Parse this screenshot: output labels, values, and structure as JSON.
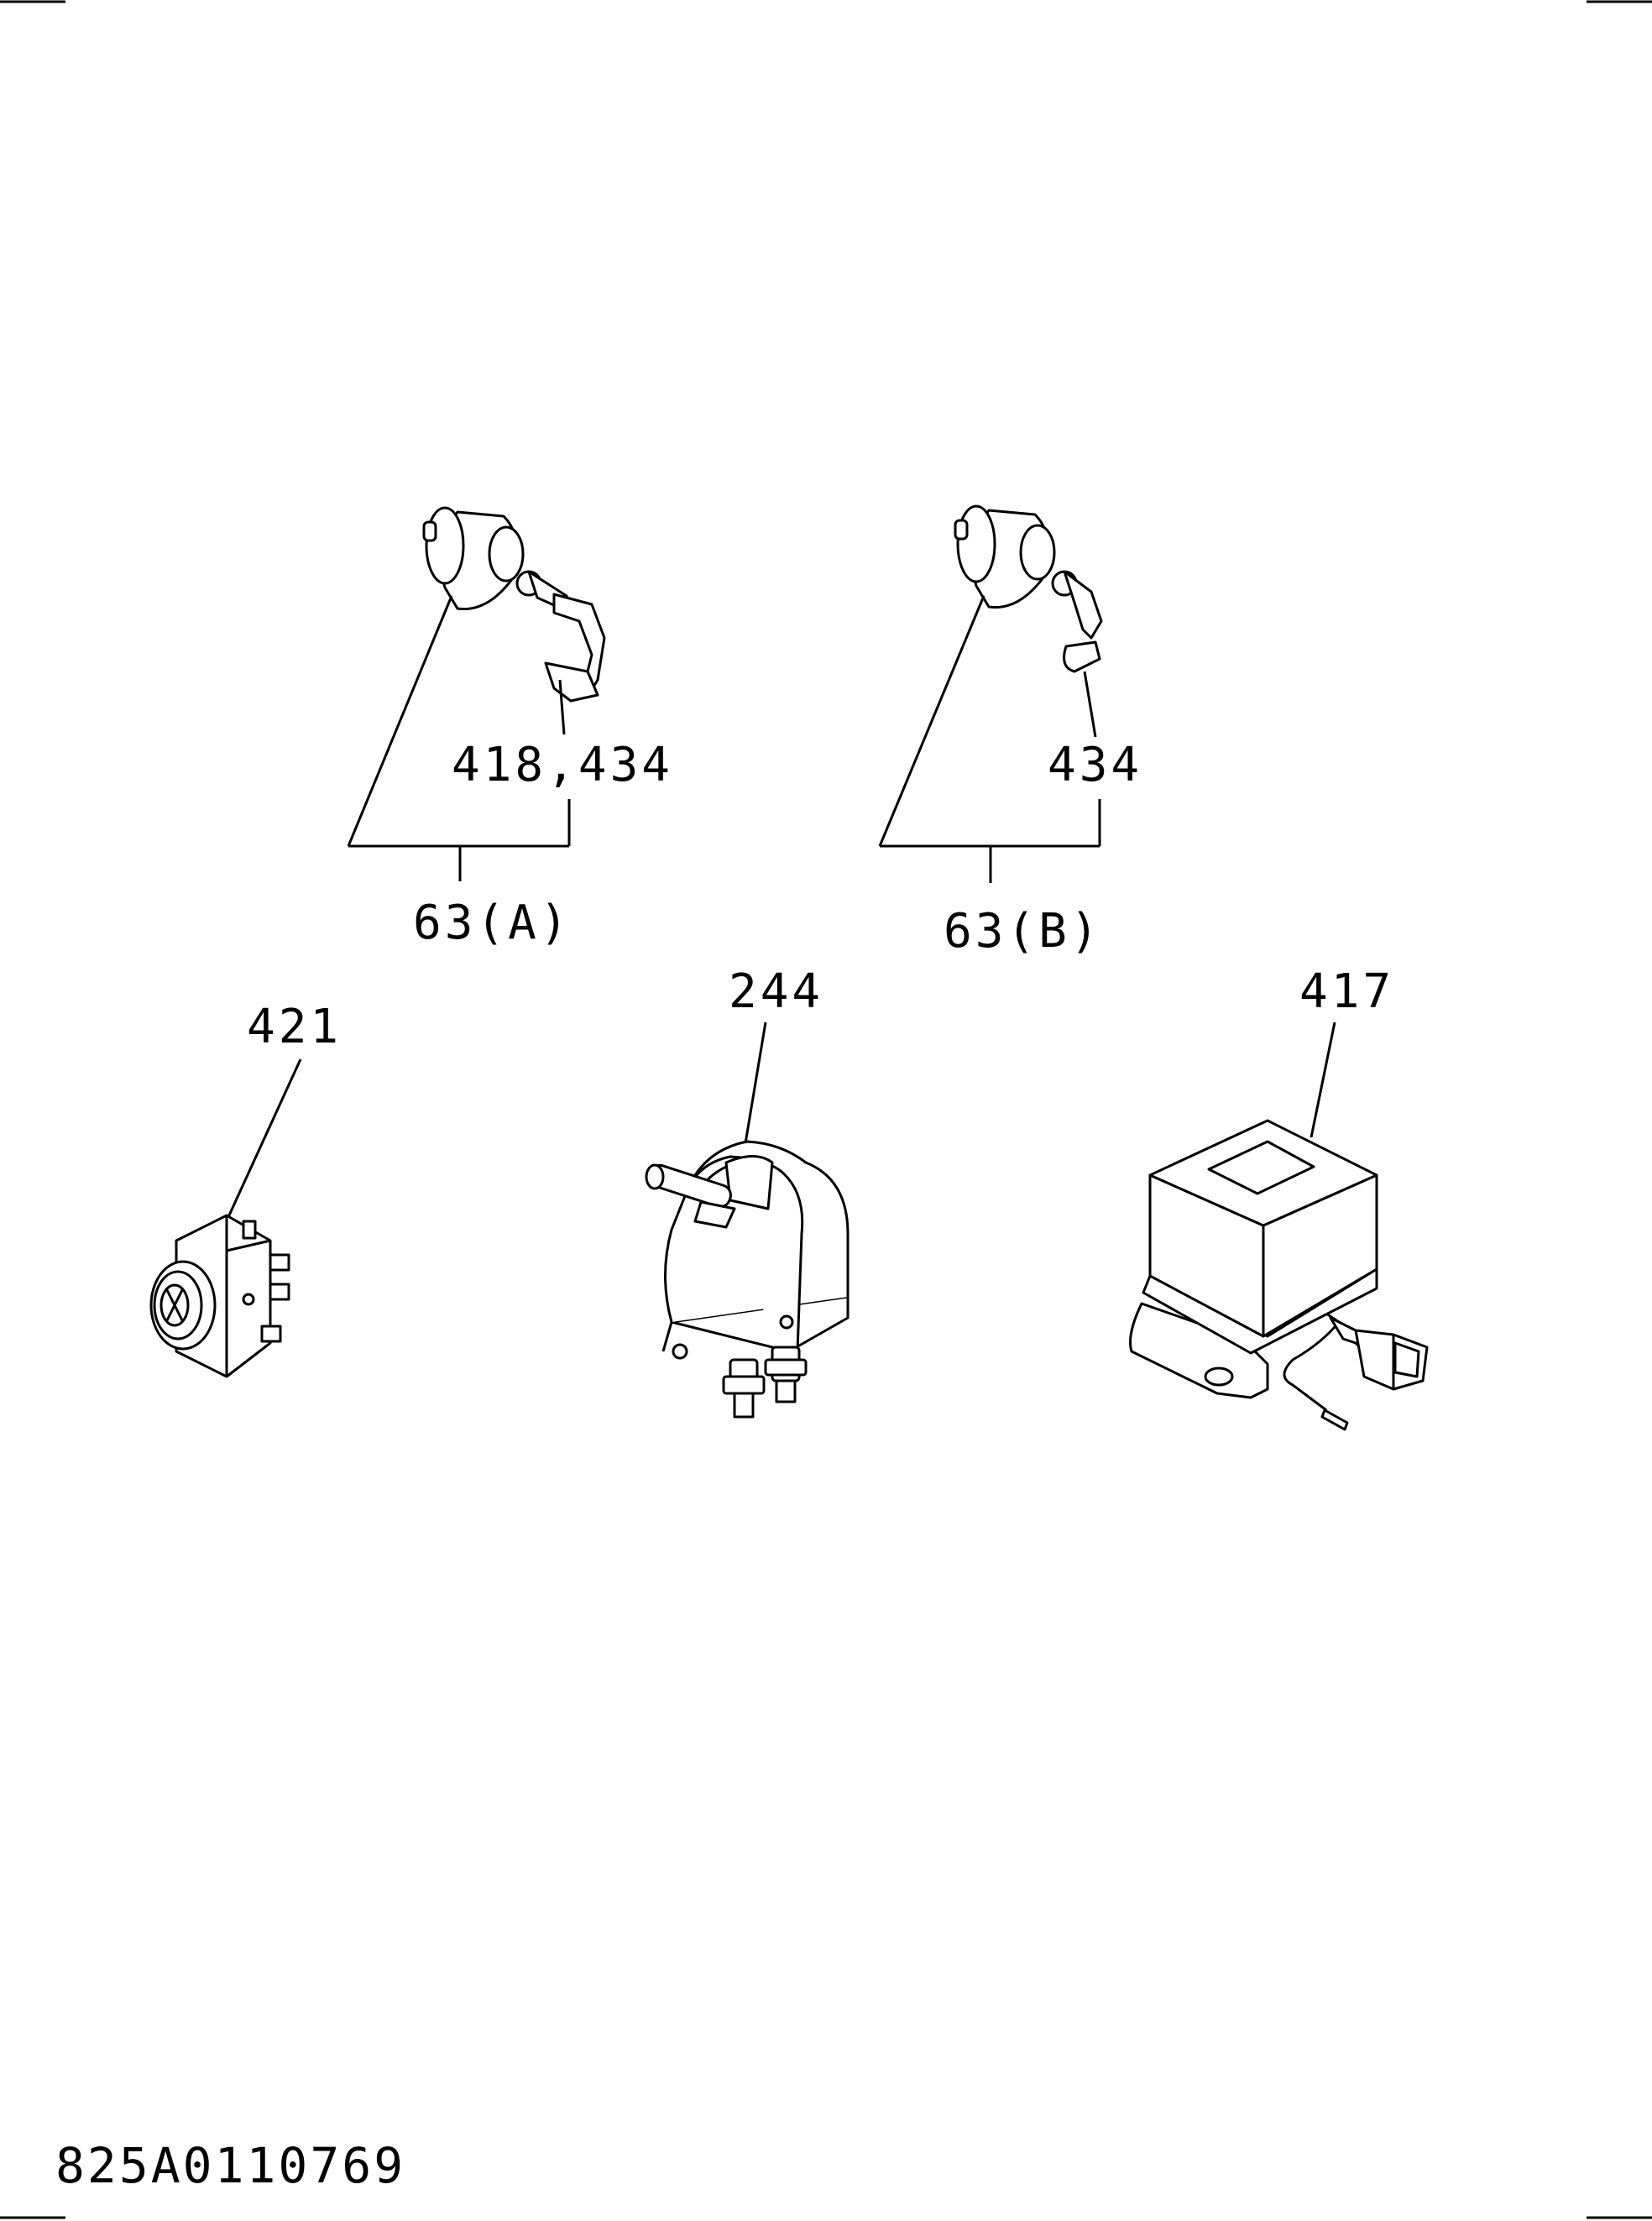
{
  "callouts": {
    "part_63a": "63(A)",
    "part_63a_sub": "418,434",
    "part_63b": "63(B)",
    "part_63b_sub": "434",
    "part_421": "421",
    "part_244": "244",
    "part_417": "417"
  },
  "drawing_number": "825A0110769"
}
